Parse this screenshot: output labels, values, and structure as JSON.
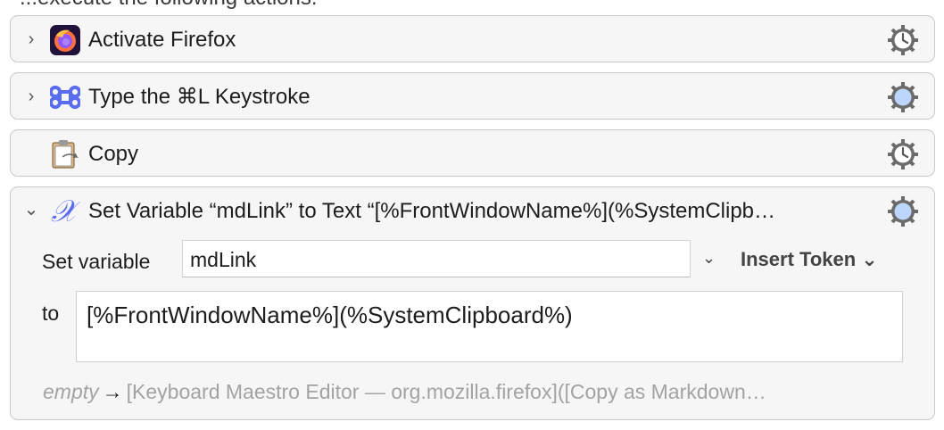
{
  "header": {
    "partial_text": "...execute the following actions:"
  },
  "actions": [
    {
      "title": "Activate Firefox",
      "icon": "firefox-icon",
      "gear": "gear-clock-icon"
    },
    {
      "title": "Type the ⌘L Keystroke",
      "icon": "command-key-icon",
      "gear": "gear-blue-icon"
    },
    {
      "title": "Copy",
      "icon": "clipboard-icon",
      "gear": "gear-clock-icon"
    },
    {
      "title": "Set Variable “mdLink” to Text “[%FrontWindowName%](%SystemClipb…",
      "icon": "variable-x-icon",
      "gear": "gear-blue-icon",
      "set_variable_label": "Set variable",
      "variable_value": "mdLink",
      "insert_token_label": "Insert Token",
      "to_label": "to",
      "text_value": "[%FrontWindowName%](%SystemClipboard%)",
      "preview_empty": "empty",
      "preview_arrow": "→",
      "preview_text": "[Keyboard Maestro Editor — org.mozilla.firefox]([Copy as Markdown…"
    }
  ],
  "colors": {
    "accent": "#4a6cf7",
    "panel_bg": "#f6f6f6",
    "border": "#c9c9c9",
    "muted": "#a3a3a3"
  }
}
